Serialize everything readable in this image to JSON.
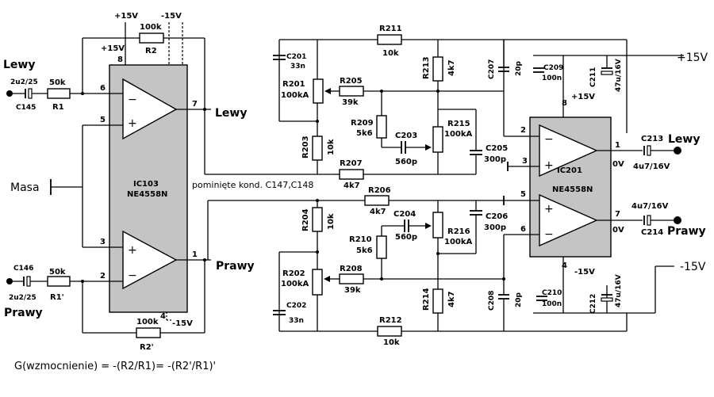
{
  "labels": {
    "p15_top": "+15V",
    "m15_top": "-15V",
    "p15_ic103": "+15V",
    "pin8_ic103": "8",
    "r2_val": "100k",
    "r2_name": "R2",
    "lewy_in": "Lewy",
    "c145_val": "2u2/25",
    "c145_name": "C145",
    "r1_val": "50k",
    "r1_name": "R1",
    "pin6": "6",
    "pin5": "5",
    "pin7": "7",
    "lewy_out": "Lewy",
    "masa": "Masa",
    "ic103_name": "IC103",
    "ic103_type": "NE4558N",
    "pin3": "3",
    "pin2": "2",
    "pin1": "1",
    "prawy_out": "Prawy",
    "c146_name": "C146",
    "r1p_val": "50k",
    "c146_val": "2u2/25",
    "r1p_name": "R1'",
    "prawy_in": "Prawy",
    "pin4_ic103": "4",
    "m15_ic103": "-15V",
    "r2p_val": "100k",
    "r2p_name": "R2'",
    "gain": "G(wzmocnienie) = -(R2/R1)= -(R2'/R1)'",
    "pominiete": "pominięte kond. C147,C148",
    "r211_name": "R211",
    "r211_val": "10k",
    "c201_name": "C201",
    "c201_val": "33n",
    "r213_name": "R213",
    "r213_val": "4k7",
    "c207_name": "C207",
    "c207_val": "20p",
    "c209_name": "C209",
    "c209_val": "100n",
    "c211_name": "C211",
    "c211_val": "47u/16V",
    "p15_right": "+15V",
    "r201_name": "R201",
    "r201_val": "100kA",
    "r205_name": "R205",
    "r205_val": "39k",
    "pin8_ic201": "8",
    "p15_ic201": "+15V",
    "r209_name": "R209",
    "r209_val": "5k6",
    "c203_name": "C203",
    "c203_val": "560p",
    "r215_name": "R215",
    "r215_val": "100kA",
    "r203_name": "R203",
    "r203_val": "10k",
    "c205_name": "C205",
    "c205_val": "300p",
    "r207_name": "R207",
    "r207_val": "4k7",
    "pin2_ic201": "2",
    "pin3_ic201": "3",
    "ic201_name": "IC201",
    "ic201_type": "NE4558N",
    "pin1_ic201": "1",
    "ov1": "0V",
    "c213_name": "C213",
    "c213_val": "4u7/16V",
    "lewy_right": "Lewy",
    "r206_name": "R206",
    "r206_val": "4k7",
    "pin5_ic201": "5",
    "c204_name": "C204",
    "c204_val": "560p",
    "r204_name": "R204",
    "r204_val": "10k",
    "c206_name": "C206",
    "c206_val": "300p",
    "r210_name": "R210",
    "r210_val": "5k6",
    "r216_name": "R216",
    "r216_val": "100kA",
    "pin6_ic201": "6",
    "pin7_ic201": "7",
    "ov2": "0V",
    "c214_val": "4u7/16V",
    "c214_name": "C214",
    "prawy_right": "Prawy",
    "r202_name": "R202",
    "r202_val": "100kA",
    "r208_name": "R208",
    "r208_val": "39k",
    "m15_right": "-15V",
    "pin4_ic201": "4",
    "m15_ic201": "-15V",
    "c202_name": "C202",
    "c202_val": "33n",
    "r214_name": "R214",
    "r214_val": "4k7",
    "c208_name": "C208",
    "c208_val": "20p",
    "c210_name": "C210",
    "c210_val": "100n",
    "c212_name": "C212",
    "c212_val": "47u/16V",
    "r212_name": "R212",
    "r212_val": "10k",
    "minus": "−",
    "plus": "+"
  }
}
